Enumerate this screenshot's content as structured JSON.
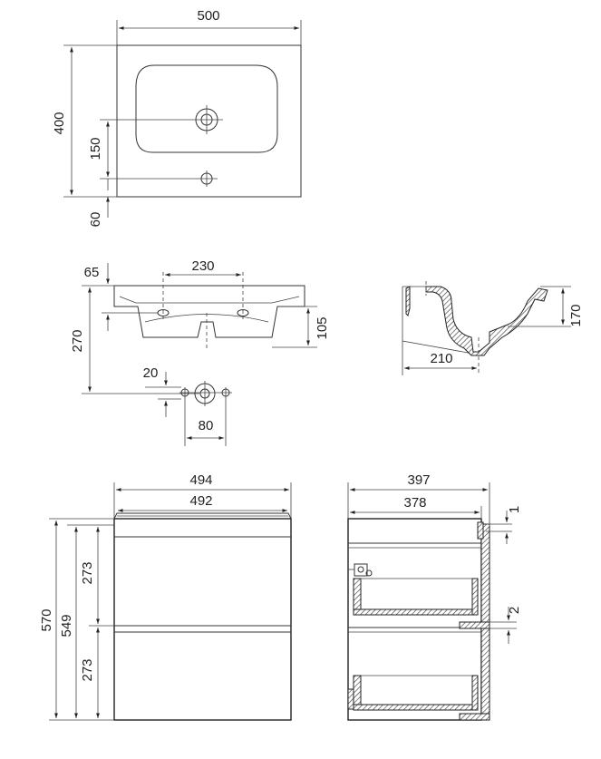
{
  "dimensions": {
    "top_width": "500",
    "top_depth": "400",
    "top_150": "150",
    "top_60": "60",
    "front_65": "65",
    "front_230": "230",
    "front_270": "270",
    "front_105": "105",
    "front_20": "20",
    "front_80": "80",
    "side_170": "170",
    "side_210": "210",
    "cab_494": "494",
    "cab_492": "492",
    "cab_570": "570",
    "cab_549": "549",
    "cab_273_top": "273",
    "cab_273_bottom": "273",
    "sec_397": "397",
    "sec_378": "378",
    "sec_1": "1",
    "sec_2": "2"
  }
}
